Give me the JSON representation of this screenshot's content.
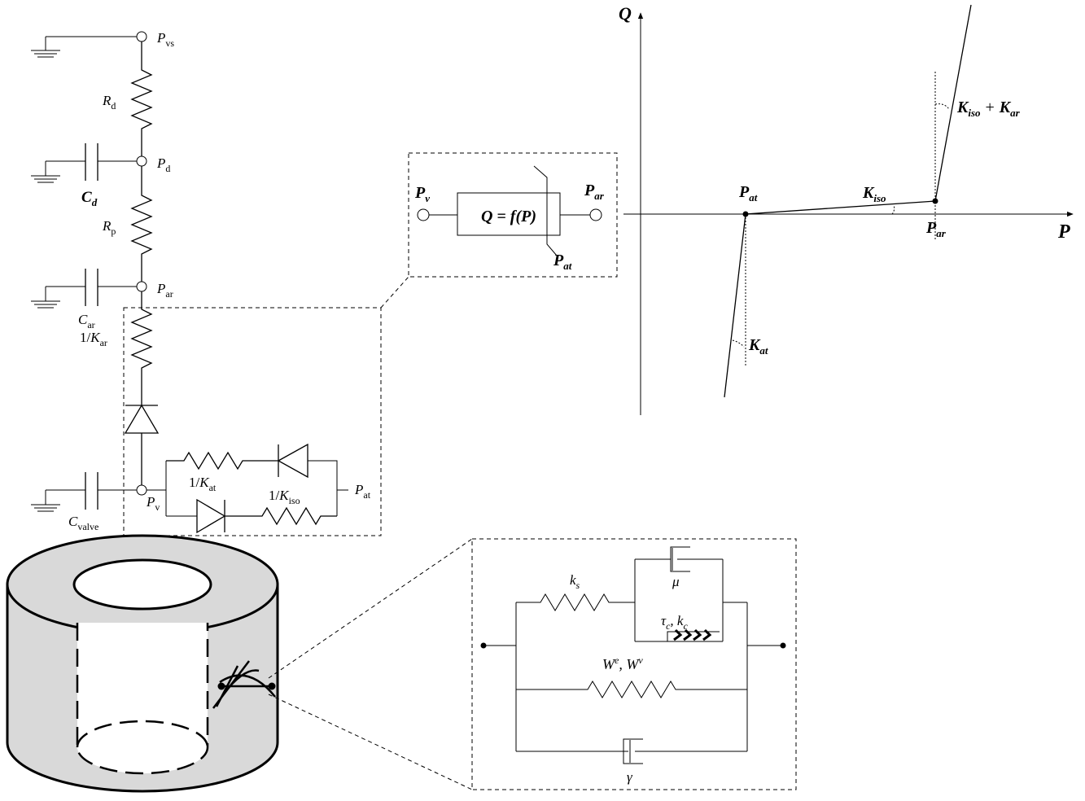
{
  "circuit": {
    "nodes": {
      "vs": {
        "main": "P",
        "sub": "vs"
      },
      "d": {
        "main": "P",
        "sub": "d"
      },
      "ar": {
        "main": "P",
        "sub": "ar"
      },
      "v": {
        "main": "P",
        "sub": "v"
      },
      "at": {
        "main": "P",
        "sub": "at"
      }
    },
    "resistors": {
      "rd": {
        "main": "R",
        "sub": "d"
      },
      "rp": {
        "main": "R",
        "sub": "p"
      },
      "kar": {
        "pre": "1/",
        "main": "K",
        "sub": "ar"
      },
      "kat": {
        "pre": "1/",
        "main": "K",
        "sub": "at"
      },
      "kiso": {
        "pre": "1/",
        "main": "K",
        "sub": "iso"
      }
    },
    "capacitors": {
      "cd": {
        "main": "C",
        "sub": "d"
      },
      "car": {
        "main": "C",
        "sub": "ar"
      },
      "cvalve": {
        "main": "C",
        "sub": "valve"
      }
    }
  },
  "valve_box": {
    "left": {
      "main": "P",
      "sub": "v"
    },
    "right": {
      "main": "P",
      "sub": "ar"
    },
    "bottom": {
      "main": "P",
      "sub": "at"
    },
    "equation": "Q = f(P)"
  },
  "graph": {
    "y_axis": "Q",
    "x_axis": "P",
    "point_at": {
      "main": "P",
      "sub": "at"
    },
    "point_ar": {
      "main": "P",
      "sub": "ar"
    },
    "slope_iso": {
      "main": "K",
      "sub": "iso"
    },
    "slope_at": {
      "main": "K",
      "sub": "at"
    },
    "slope_iso_ar": {
      "main1": "K",
      "sub1": "iso",
      "op": "+",
      "main2": "K",
      "sub2": "ar"
    }
  },
  "rheology": {
    "ks": {
      "main": "k",
      "sub": "s"
    },
    "mu": "μ",
    "tau_kc": {
      "a": "τ",
      "asub": "c",
      "sep": ", ",
      "b": "k",
      "bsub": "c"
    },
    "we_wv": {
      "a": "W",
      "asup": "e",
      "sep": ", ",
      "b": "W",
      "bsup": "v"
    },
    "gamma": "γ"
  }
}
